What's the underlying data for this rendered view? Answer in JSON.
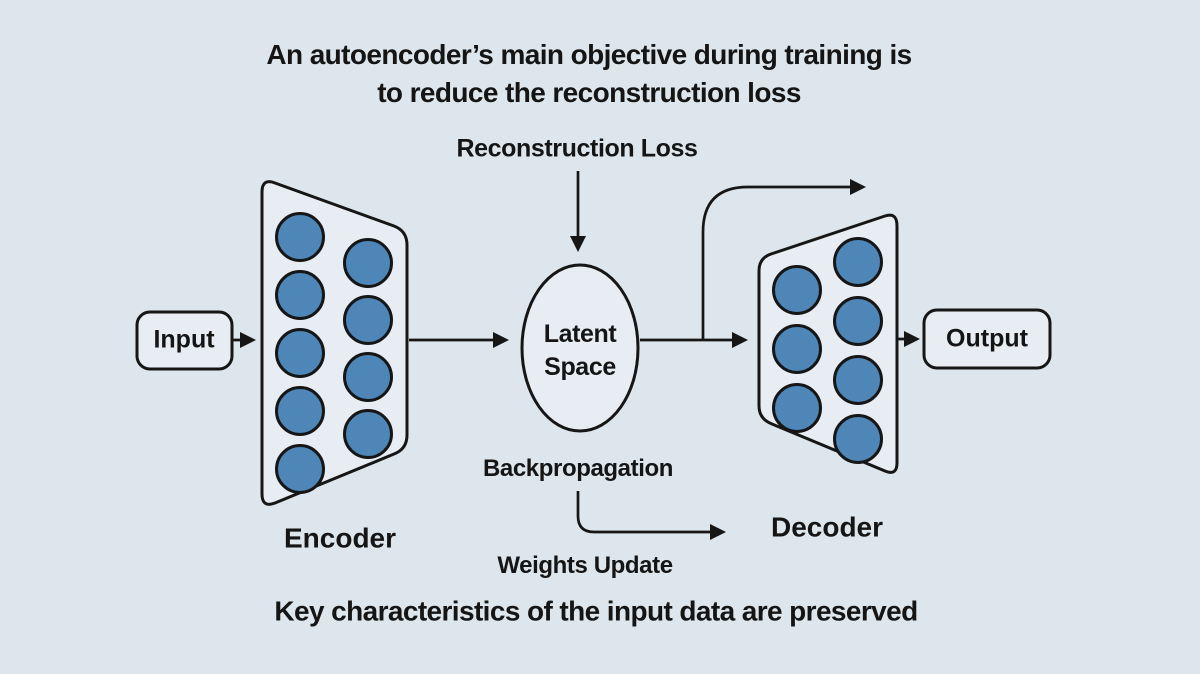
{
  "title": {
    "line1": "An autoencoder’s main objective during training is",
    "line2": "to reduce the reconstruction loss"
  },
  "diagram": {
    "reconstruction_loss_label": "Reconstruction Loss",
    "latent_space": {
      "line1": "Latent",
      "line2": "Space"
    },
    "input_label": "Input",
    "output_label": "Output",
    "encoder_label": "Encoder",
    "decoder_label": "Decoder",
    "backpropagation_label": "Backpropagation",
    "weights_update_label": "Weights Update"
  },
  "footer": "Key characteristics of the input data are preserved",
  "network": {
    "encoder_neurons_per_column": [
      5,
      4
    ],
    "decoder_neurons_per_column": [
      3,
      4
    ]
  },
  "colors": {
    "background": "#dde6ec",
    "neuron_fill": "#4e86b8",
    "stroke": "#161616",
    "shape_fill": "#e7edf3"
  }
}
